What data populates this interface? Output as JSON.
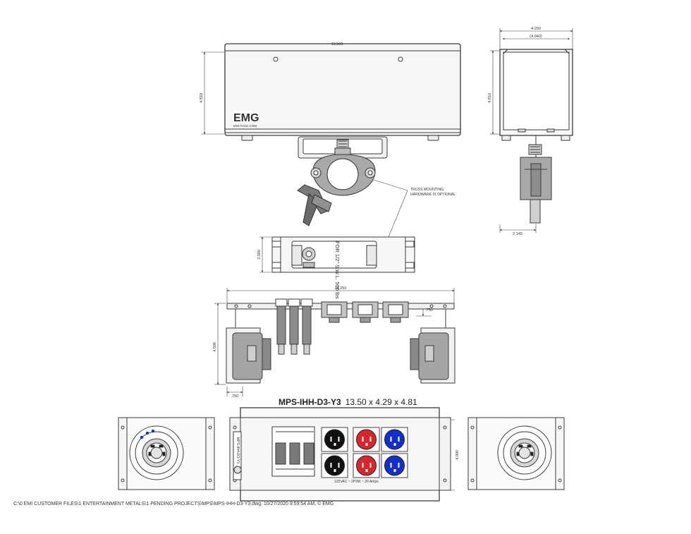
{
  "labels": {
    "dim_width_top": "13.500",
    "dim_height_front": "4.810",
    "dim_side_width": "4.290",
    "dim_side_inner": "(4.040)",
    "dim_side_height": "4.810",
    "dim_side_depth": "2.145",
    "dim_bracket": "2.000",
    "dim_bottom_width": "13.250",
    "dim_bottom_height": "4.500",
    "dim_bottom_offset_top": ".750",
    "dim_bottom_offset_side": ".750",
    "dim_front_panel_height": "4.000",
    "bracket_text": "FOR 1/2\" S.W.L. 500 lbs",
    "truss_note_line1": "TRUSS MOUNTING",
    "truss_note_line2": "HARDWARE IS OPTIONAL",
    "logo_text": "EMG",
    "logo_sub": "EMI-FACE.COM",
    "model": "MPS-IHH-D3-Y3",
    "model_dims": "13.50 x 4.29 x 4.81",
    "side_label_text": "MPS-IHH-D3-Y3",
    "rating": "125VAC ~ 2P3W ~ 20 Amps",
    "footer_path": "C:\\0 EMI CUSTOMER FILES\\1 ENTERTAINMENT METALS\\1 PENDING PROJECTS\\MPS\\MPS-IHH-D3-Y3.dwg, 10/27/2020 9:59:54 AM, © EMG"
  },
  "colors": {
    "line": "#3a3a3a",
    "body_fill": "#f4f4f4",
    "dark_gray": "#7a7a7a",
    "mid_gray": "#a8a8a8",
    "outlet_black": "#111111",
    "outlet_red": "#d8262e",
    "outlet_blue": "#1530c8"
  },
  "icons": [
    "emg-logo-icon",
    "truss-clamp-icon",
    "twist-lock-connector-icon",
    "circuit-breaker-icon",
    "duplex-outlet-icon"
  ]
}
